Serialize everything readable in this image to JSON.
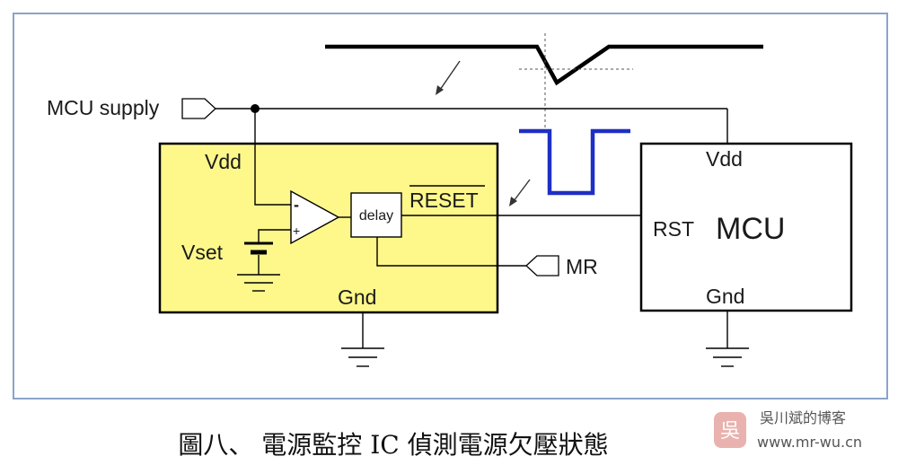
{
  "labels": {
    "mcu_supply": "MCU supply",
    "vdd_ic": "Vdd",
    "vset": "Vset",
    "minus": "-",
    "plus": "+",
    "delay": "delay",
    "reset": "RESET",
    "mr": "MR",
    "gnd_ic": "Gnd",
    "vdd_mcu": "Vdd",
    "rst": "RST",
    "mcu": "MCU",
    "gnd_mcu": "Gnd"
  },
  "caption": "圖八、 電源監控 IC 偵測電源欠壓狀態",
  "watermark": {
    "logo_char": "吳",
    "name": "吳川斌的博客",
    "url": "www.mr-wu.cn"
  },
  "colors": {
    "frame": "#8aa4c8",
    "ic_fill": "#fef88a",
    "pulse": "#1e2fc4"
  }
}
